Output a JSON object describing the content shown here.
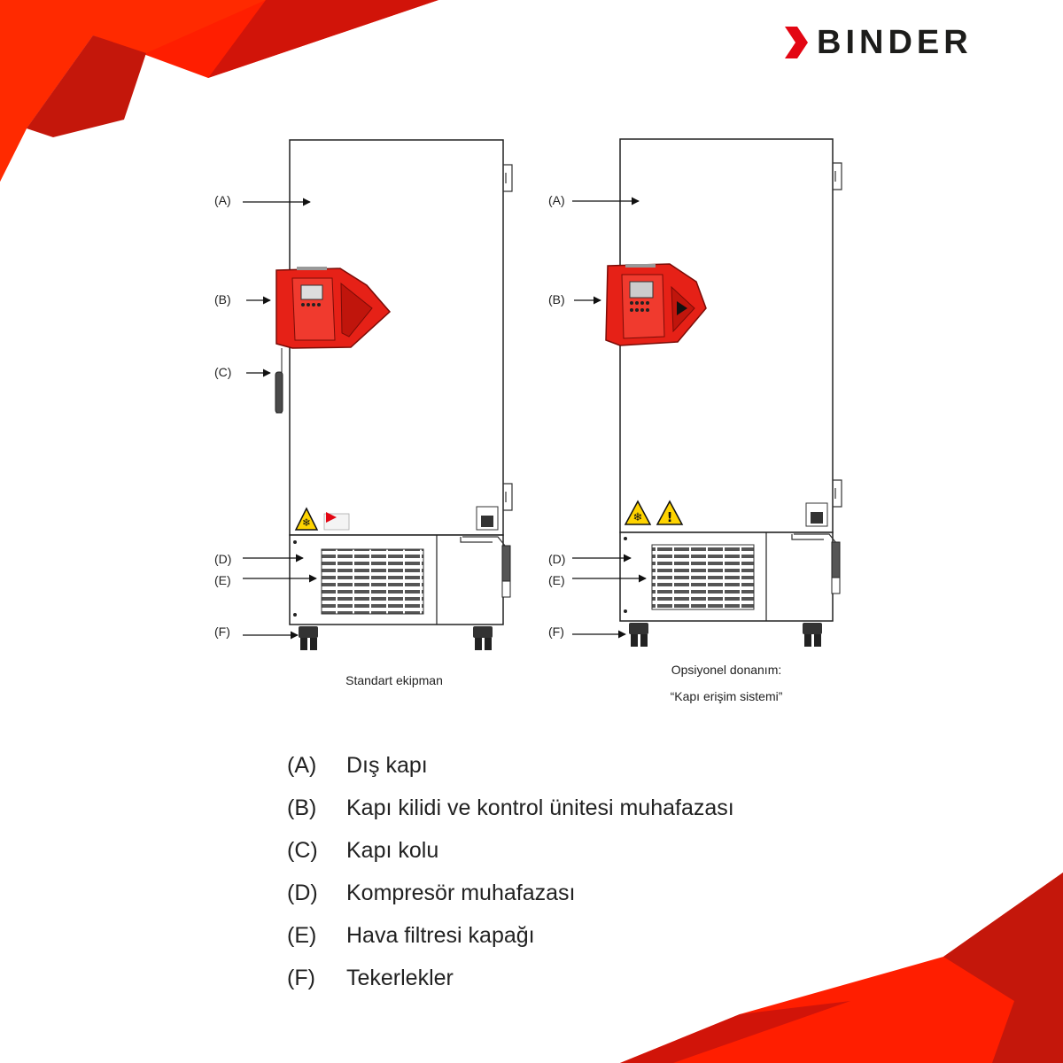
{
  "brand": {
    "name": "BINDER",
    "accent": "#e30613",
    "dark_accent": "#c00d0d"
  },
  "icons": [
    "binder-logo-icon",
    "snowflake-warning-icon",
    "exclamation-warning-icon",
    "qr-label-icon"
  ],
  "units": [
    {
      "id": "standard",
      "callouts": [
        "(A)",
        "(B)",
        "(C)",
        "(D)",
        "(E)",
        "(F)"
      ],
      "caption_lines": [
        "Standart ekipman"
      ]
    },
    {
      "id": "optional",
      "callouts": [
        "(A)",
        "(B)",
        "(D)",
        "(E)",
        "(F)"
      ],
      "caption_lines": [
        "Opsiyonel donanım:",
        "“Kapı erişim sistemi”"
      ]
    }
  ],
  "legend": [
    {
      "key": "(A)",
      "label": "Dış kapı"
    },
    {
      "key": "(B)",
      "label": "Kapı kilidi ve kontrol ünitesi muhafazası"
    },
    {
      "key": "(C)",
      "label": "Kapı kolu"
    },
    {
      "key": "(D)",
      "label": "Kompresör muhafazası"
    },
    {
      "key": "(E)",
      "label": "Hava filtresi kapağı"
    },
    {
      "key": "(F)",
      "label": "Tekerlekler"
    }
  ]
}
